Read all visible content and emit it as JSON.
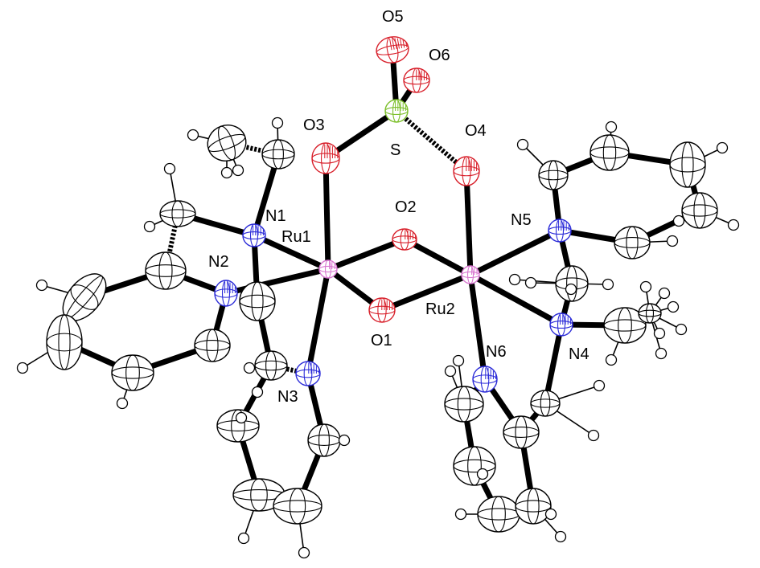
{
  "colors": {
    "bond": "#000000",
    "carbon": "#000000",
    "hydrogen": "#000000",
    "nitrogen": "#2a2ad8",
    "oxygen": "#d81f2a",
    "sulfur": "#7cbf2a",
    "ruthenium": "#d878d0"
  },
  "labels": {
    "o5": "O5",
    "o6": "O6",
    "o3": "O3",
    "s": "S",
    "o4": "O4",
    "n1": "N1",
    "o2": "O2",
    "n5": "N5",
    "ru1": "Ru1",
    "n2": "N2",
    "ru2": "Ru2",
    "o1": "O1",
    "n6": "N6",
    "n4": "N4",
    "n3": "N3"
  }
}
